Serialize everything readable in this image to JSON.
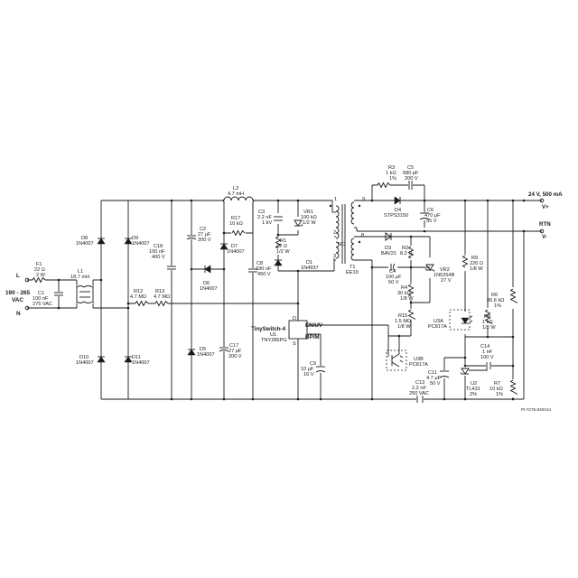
{
  "input": {
    "L": "L",
    "N": "N",
    "vac_line1": "190 - 265",
    "vac_line2": "VAC"
  },
  "output": {
    "vplus_spec": "24 V, 500 mA",
    "vplus": "V+",
    "rtn": "RTN",
    "vminus": "V-"
  },
  "doc_id": "PI-7276-040414",
  "ic": {
    "name": "TinySwitch-4",
    "ref": "U1",
    "part": "TNY286PG",
    "pin_d": "D",
    "pin_s": "S",
    "pin_en": "EN/UV",
    "pin_bp": "BP/M"
  },
  "transformer": {
    "ref": "T1",
    "core": "EE19",
    "pin1": "1",
    "pin2": "2",
    "pin3": "3",
    "pin9": "9",
    "pin8": "8",
    "nc": "NC"
  },
  "components": {
    "F1": [
      "F1",
      "22 Ω",
      "2 W"
    ],
    "C1": [
      "C1",
      "100 nF",
      "275 VAC"
    ],
    "L1": [
      "L1",
      "18.7 mH"
    ],
    "D8": [
      "D8",
      "1N4007"
    ],
    "D9": [
      "D9",
      "1N4007"
    ],
    "D10": [
      "D10",
      "1N4007"
    ],
    "D11": [
      "D11",
      "1N4007"
    ],
    "C18": [
      "C18",
      "100 nF",
      "400 V"
    ],
    "R12": [
      "R12",
      "4.7 MΩ"
    ],
    "R13": [
      "R13",
      "4.7 MΩ"
    ],
    "L2": [
      "L2",
      "4.7 mH"
    ],
    "C2": [
      "C2",
      "27 μF",
      "200 V"
    ],
    "R17": [
      "R17",
      "10 kΩ"
    ],
    "D7": [
      "D7",
      "1N4007"
    ],
    "D6": [
      "D6",
      "1N4007"
    ],
    "D5": [
      "D5",
      "1N4007"
    ],
    "C17": [
      "C17",
      "27 μF",
      "200 V"
    ],
    "C3": [
      "C3",
      "2.2 nF",
      "1 kV"
    ],
    "R1": [
      "R1",
      "22 Ω",
      "1/2 W"
    ],
    "C8": [
      "C8",
      "330 nF",
      "450 V"
    ],
    "VR1": [
      "VR1",
      "100 kΩ",
      "1/2 W"
    ],
    "D1": [
      "D1",
      "1N4937"
    ],
    "C9": [
      "C9",
      "10 μF",
      "16 V"
    ],
    "R3": [
      "R3",
      "1 kΩ",
      "1%"
    ],
    "C5": [
      "C5",
      "680 pF",
      "200 V"
    ],
    "D4": [
      "D4",
      "STPS3150"
    ],
    "C6": [
      "C6",
      "470 μF",
      "35 V"
    ],
    "D3": [
      "D3",
      "BAV21"
    ],
    "R2": [
      "R2",
      "8.2 Ω"
    ],
    "C4": [
      "C4",
      "100 μF",
      "50 V"
    ],
    "R4": [
      "R4",
      "30 kΩ",
      "1/8 W"
    ],
    "VR2": [
      "VR2",
      "1N5254B",
      "27 V"
    ],
    "R15": [
      "R15",
      "1.5 MΩ",
      "1/8 W"
    ],
    "U3A": [
      "U3A",
      "PC817A"
    ],
    "U3B": [
      "U3B",
      "PC817A"
    ],
    "R9": [
      "R9",
      "220 Ω",
      "1/8 W"
    ],
    "R8": [
      "R8",
      "1 kΩ",
      "1/8 W"
    ],
    "R6": [
      "R6",
      "86.6 kΩ",
      "1%"
    ],
    "C14": [
      "C14",
      "1 nF",
      "100 V"
    ],
    "C11": [
      "C11",
      "4.7 μF",
      "50 V"
    ],
    "U2": [
      "U2",
      "TL431",
      "2%"
    ],
    "R7": [
      "R7",
      "10 kΩ",
      "1%"
    ],
    "C13": [
      "C13",
      "2.2 nF",
      "250 VAC"
    ]
  }
}
